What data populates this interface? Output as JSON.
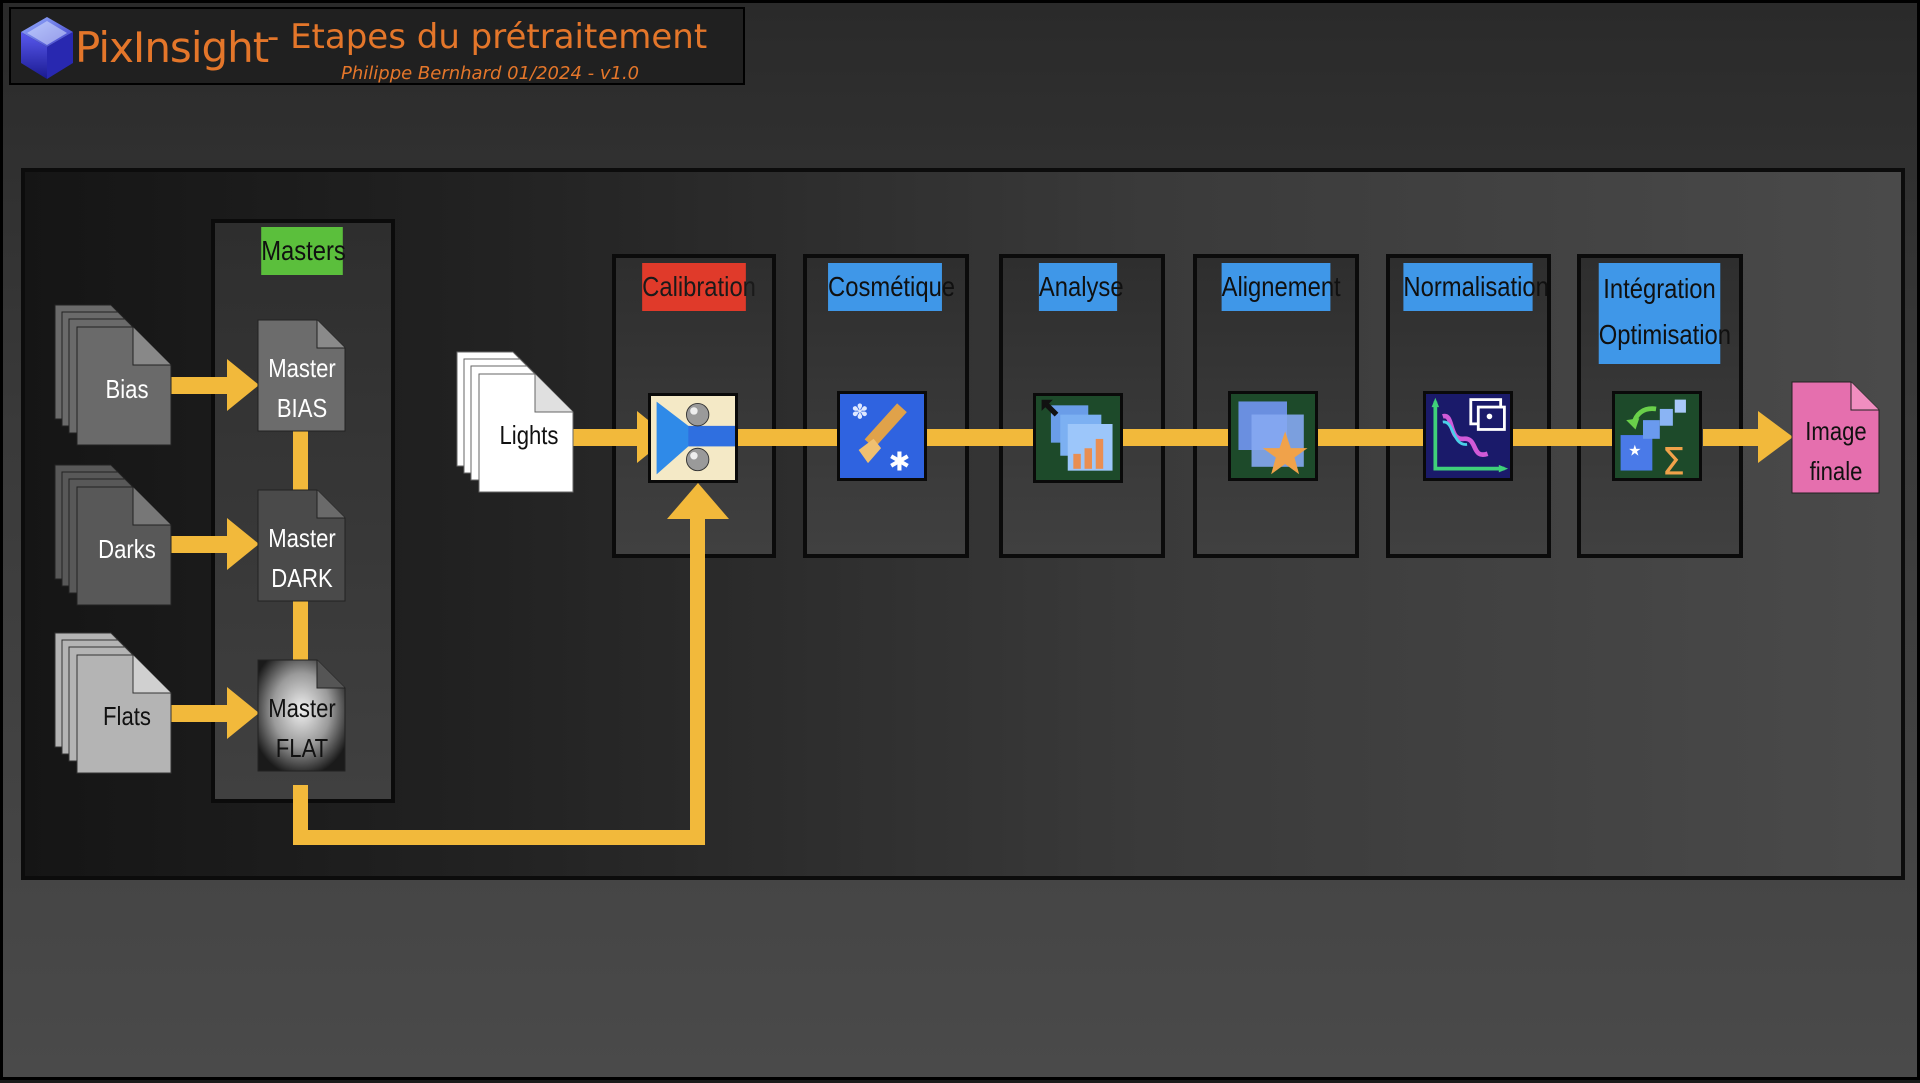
{
  "header": {
    "app_name": "PixInsight",
    "title": "- Etapes du prétraitement",
    "subtitle": "Philippe Bernhard 01/2024 - v1.0"
  },
  "inputs": {
    "bias": "Bias",
    "darks": "Darks",
    "flats": "Flats",
    "lights": "Lights"
  },
  "masters": {
    "heading": "Masters",
    "bias": [
      "Master",
      "BIAS"
    ],
    "dark": [
      "Master",
      "DARK"
    ],
    "flat": [
      "Master",
      "FLAT"
    ]
  },
  "steps": [
    {
      "label": "Calibration",
      "icon": "calibration-icon",
      "color": "#e03a2a"
    },
    {
      "label": "Cosmétique",
      "icon": "cosmetic-brush-icon",
      "color": "#3f97e8"
    },
    {
      "label": "Analyse",
      "icon": "analysis-chart-icon",
      "color": "#3f97e8"
    },
    {
      "label": "Alignement",
      "icon": "star-alignment-icon",
      "color": "#3f97e8"
    },
    {
      "label": "Normalisation",
      "icon": "normalization-curve-icon",
      "color": "#3f97e8"
    },
    {
      "label": [
        "Intégration",
        "Optimisation"
      ],
      "icon": "integration-sigma-icon",
      "color": "#3f97e8"
    }
  ],
  "output": [
    "Image",
    "finale"
  ],
  "colors": {
    "arrow": "#f2b93b",
    "masters_label": "#5bbf3c",
    "final_image": "#e56fae"
  }
}
